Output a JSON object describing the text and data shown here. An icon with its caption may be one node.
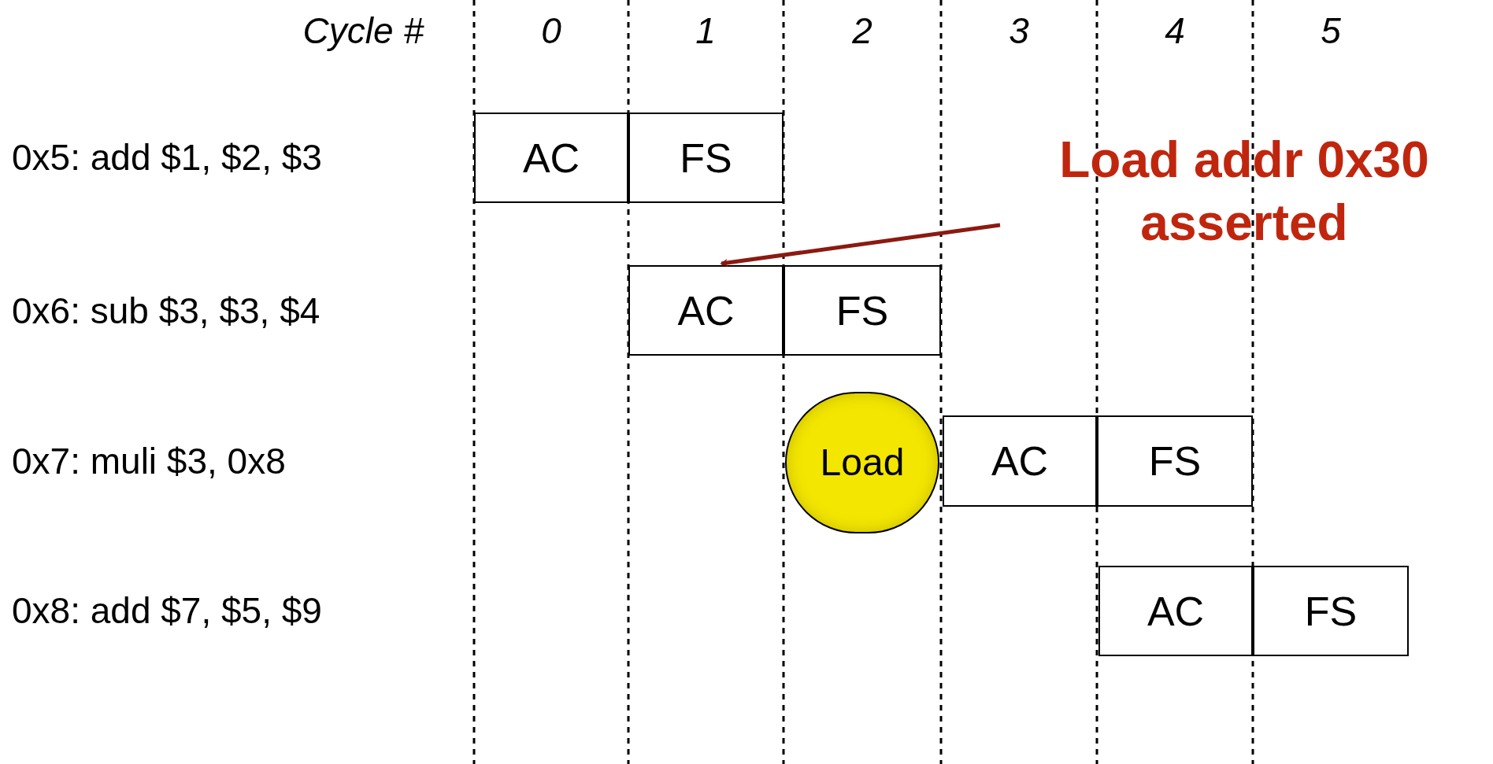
{
  "diagram": {
    "nodes": [
      {
        "text": [
          "AC"
        ]
      },
      {
        "text": [
          "FS"
        ]
      },
      {
        "text": [
          "Load addr 0x30 asserted"
        ]
      },
      {
        "text": [
          "AC"
        ]
      },
      {
        "text": [
          "FS"
        ]
      },
      {
        "text": [
          "Load"
        ]
      },
      {
        "text": [
          "AC"
        ]
      },
      {
        "text": [
          "FS"
        ]
      },
      {
        "text": [
          "AC"
        ]
      },
      {
        "text": [
          "FS"
        ]
      }
    ],
    "edges": [
      {
        "from": 2,
        "to": 3,
        "arrow": "to",
        "color": "#8b1a10"
      }
    ],
    "labels": [
      "Cycle #",
      "0",
      "1",
      "2",
      "3",
      "4",
      "5",
      "0x5: add $1, $2, $3",
      "0x6: sub $3, $3, $4",
      "0x7: muli $3, 0x8",
      "0x8: add $7, $5, $9"
    ]
  }
}
